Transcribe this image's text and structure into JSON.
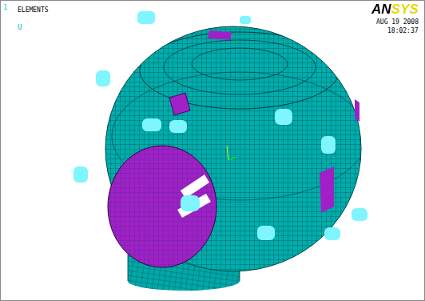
{
  "diagram": {
    "labels": [
      "1",
      "ELEMENTS",
      "U",
      "ANSYS",
      "AUG 19 2008",
      "18:02:37"
    ]
  }
}
